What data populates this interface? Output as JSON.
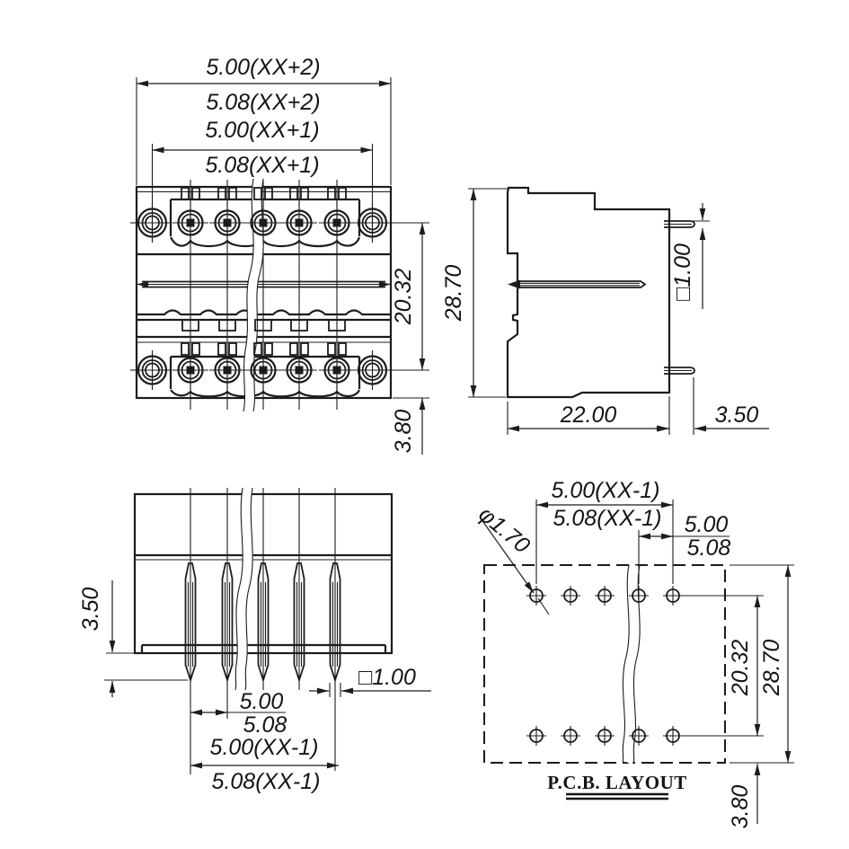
{
  "drawing": {
    "background": "#ffffff",
    "line_color": "#1c1c1c",
    "views": {
      "front": {
        "label": "front-view",
        "dims": {
          "width_outer": "5.00(XX+2)",
          "width_outer_alt": "5.08(XX+2)",
          "width_inner": "5.00(XX+1)",
          "width_inner_alt": "5.08(XX+1)",
          "row_spacing": "20.32",
          "bottom_offset": "3.80"
        }
      },
      "side": {
        "label": "side-view",
        "dims": {
          "height": "28.70",
          "pin_square": "□1.00",
          "body_depth": "22.00",
          "pin_length": "3.50"
        }
      },
      "bottom": {
        "label": "bottom-view",
        "dims": {
          "pin_protrusion": "3.50",
          "pin_square": "□1.00",
          "pitch": "5.00",
          "pitch_alt": "5.08",
          "pin_span": "5.00(XX-1)",
          "pin_span_alt": "5.08(XX-1)"
        }
      },
      "pcb": {
        "label": "pcb-layout-view",
        "caption": "P.C.B. LAYOUT",
        "dims": {
          "hole_span": "5.00(XX-1)",
          "hole_span_alt": "5.08(XX-1)",
          "pitch": "5.00",
          "pitch_alt": "5.08",
          "hole_diameter": "φ1.70",
          "row_spacing": "20.32",
          "overall_height": "28.70",
          "bottom_offset": "3.80"
        }
      }
    }
  }
}
